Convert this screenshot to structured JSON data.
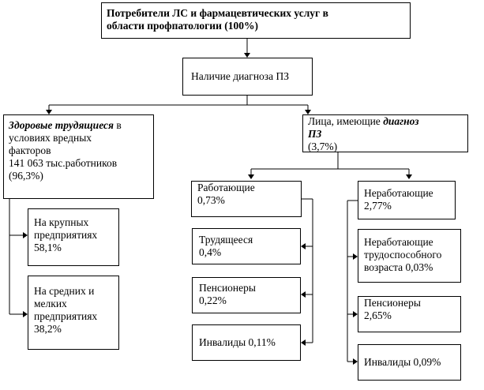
{
  "root": {
    "line1": "Потребители ЛС  и фармацевтических услуг в",
    "line2": "области профпатологии (100%)"
  },
  "diagnosis": {
    "label": "Наличие диагноза ПЗ"
  },
  "healthy": {
    "title_bold": "Здоровые трудящиеся",
    "title_rest": " в",
    "line2": "условиях вредных",
    "line3": "факторов",
    "line4": "141 063 тыс.работников",
    "line5": "(96,3%)"
  },
  "large": {
    "line1": "На крупных",
    "line2": "предприятиях",
    "line3": "58,1%"
  },
  "medium": {
    "line1": "На средних и",
    "line2": "мелких",
    "line3": "предприятиях",
    "line4": "38,2%"
  },
  "diagnosed": {
    "line1_plain": "Лица, имеющие ",
    "line1_bold": "диагноз",
    "line2_bold": "ПЗ",
    "line3": "(3,7%)"
  },
  "working": {
    "line1": "Работающие",
    "line2": "0,73%"
  },
  "workers": {
    "line1": "Трудящееся",
    "line2": "0,4%"
  },
  "pensioners_working": {
    "line1": "Пенсионеры",
    "line2": "0,22%"
  },
  "disabled_working": {
    "line1": "Инвалиды 0,11%"
  },
  "nonworking": {
    "line1": "Неработающие",
    "line2": "2,77%"
  },
  "nonworking_able": {
    "line1": "Неработающие",
    "line2": "трудоспособного",
    "line3": "возраста 0,03%"
  },
  "pensioners_nonworking": {
    "line1": "Пенсионеры",
    "line2": "2,65%"
  },
  "disabled_nonworking": {
    "line1": "Инвалиды 0,09%"
  }
}
